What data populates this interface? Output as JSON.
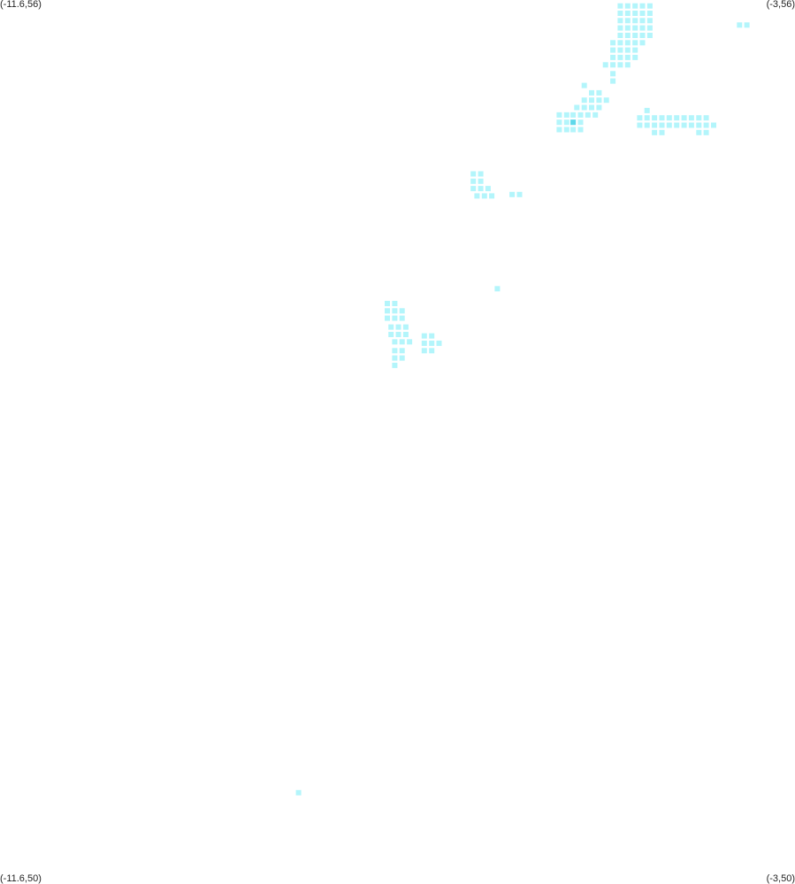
{
  "corners": {
    "top_left": "(-11.6,56)",
    "top_right": "(-3,56)",
    "bottom_left": "(-11.6,50)",
    "bottom_right": "(-3,50)"
  },
  "bounds": {
    "lon_min": -11.6,
    "lon_max": -3,
    "lat_min": 50,
    "lat_max": 56
  },
  "colors": {
    "cell": "#b3f5fb",
    "cell_highlight": "#5fd8ea",
    "background": "#ffffff"
  },
  "cells": [
    [
      -4.89,
      55.96
    ],
    [
      -4.81,
      55.96
    ],
    [
      -4.73,
      55.96
    ],
    [
      -4.65,
      55.96
    ],
    [
      -4.57,
      55.96
    ],
    [
      -4.89,
      55.91
    ],
    [
      -4.81,
      55.91
    ],
    [
      -4.73,
      55.91
    ],
    [
      -4.65,
      55.91
    ],
    [
      -4.57,
      55.91
    ],
    [
      -4.89,
      55.86
    ],
    [
      -4.81,
      55.86
    ],
    [
      -4.73,
      55.86
    ],
    [
      -4.65,
      55.86
    ],
    [
      -4.57,
      55.86
    ],
    [
      -4.89,
      55.81
    ],
    [
      -4.81,
      55.81
    ],
    [
      -4.73,
      55.81
    ],
    [
      -4.65,
      55.81
    ],
    [
      -4.57,
      55.81
    ],
    [
      -4.89,
      55.76
    ],
    [
      -4.81,
      55.76
    ],
    [
      -4.73,
      55.76
    ],
    [
      -4.65,
      55.76
    ],
    [
      -4.57,
      55.76
    ],
    [
      -4.97,
      55.71
    ],
    [
      -4.89,
      55.71
    ],
    [
      -4.81,
      55.71
    ],
    [
      -4.73,
      55.71
    ],
    [
      -4.65,
      55.71
    ],
    [
      -4.97,
      55.66
    ],
    [
      -4.89,
      55.66
    ],
    [
      -4.81,
      55.66
    ],
    [
      -4.73,
      55.66
    ],
    [
      -4.97,
      55.61
    ],
    [
      -4.89,
      55.61
    ],
    [
      -4.81,
      55.61
    ],
    [
      -4.73,
      55.61
    ],
    [
      -5.05,
      55.56
    ],
    [
      -4.97,
      55.56
    ],
    [
      -4.89,
      55.56
    ],
    [
      -4.81,
      55.56
    ],
    [
      -4.97,
      55.5
    ],
    [
      -4.97,
      55.45
    ],
    [
      -3.6,
      55.83
    ],
    [
      -3.52,
      55.83
    ],
    [
      -5.28,
      55.42
    ],
    [
      -5.2,
      55.37
    ],
    [
      -5.12,
      55.37
    ],
    [
      -5.28,
      55.32
    ],
    [
      -5.2,
      55.32
    ],
    [
      -5.12,
      55.32
    ],
    [
      -5.04,
      55.32
    ],
    [
      -5.36,
      55.27
    ],
    [
      -5.28,
      55.27
    ],
    [
      -5.2,
      55.27
    ],
    [
      -5.12,
      55.27
    ],
    [
      -5.55,
      55.22
    ],
    [
      -5.47,
      55.22
    ],
    [
      -5.4,
      55.22
    ],
    [
      -5.32,
      55.22
    ],
    [
      -5.24,
      55.22
    ],
    [
      -5.16,
      55.22
    ],
    [
      -5.55,
      55.17
    ],
    [
      -5.47,
      55.17
    ],
    [
      -5.4,
      55.17
    ],
    [
      -5.32,
      55.17
    ],
    [
      -5.55,
      55.12
    ],
    [
      -5.47,
      55.12
    ],
    [
      -5.4,
      55.12
    ],
    [
      -5.32,
      55.12
    ],
    [
      -4.6,
      55.25
    ],
    [
      -4.68,
      55.2
    ],
    [
      -4.6,
      55.2
    ],
    [
      -4.52,
      55.2
    ],
    [
      -4.44,
      55.2
    ],
    [
      -4.36,
      55.2
    ],
    [
      -4.28,
      55.2
    ],
    [
      -4.2,
      55.2
    ],
    [
      -4.12,
      55.2
    ],
    [
      -4.04,
      55.2
    ],
    [
      -3.96,
      55.2
    ],
    [
      -4.68,
      55.15
    ],
    [
      -4.6,
      55.15
    ],
    [
      -4.52,
      55.15
    ],
    [
      -4.44,
      55.15
    ],
    [
      -4.36,
      55.15
    ],
    [
      -4.28,
      55.15
    ],
    [
      -4.2,
      55.15
    ],
    [
      -4.12,
      55.15
    ],
    [
      -4.04,
      55.15
    ],
    [
      -3.96,
      55.15
    ],
    [
      -3.88,
      55.15
    ],
    [
      -4.52,
      55.1
    ],
    [
      -4.44,
      55.1
    ],
    [
      -4.04,
      55.1
    ],
    [
      -3.96,
      55.1
    ],
    [
      -6.48,
      54.82
    ],
    [
      -6.4,
      54.82
    ],
    [
      -6.48,
      54.77
    ],
    [
      -6.4,
      54.77
    ],
    [
      -6.48,
      54.72
    ],
    [
      -6.4,
      54.72
    ],
    [
      -6.32,
      54.72
    ],
    [
      -6.44,
      54.67
    ],
    [
      -6.36,
      54.67
    ],
    [
      -6.28,
      54.67
    ],
    [
      -6.06,
      54.68
    ],
    [
      -5.98,
      54.68
    ],
    [
      -6.22,
      54.04
    ],
    [
      -7.41,
      53.94
    ],
    [
      -7.33,
      53.94
    ],
    [
      -7.41,
      53.89
    ],
    [
      -7.33,
      53.89
    ],
    [
      -7.25,
      53.89
    ],
    [
      -7.41,
      53.84
    ],
    [
      -7.33,
      53.84
    ],
    [
      -7.25,
      53.84
    ],
    [
      -7.37,
      53.78
    ],
    [
      -7.29,
      53.78
    ],
    [
      -7.21,
      53.78
    ],
    [
      -7.37,
      53.73
    ],
    [
      -7.29,
      53.73
    ],
    [
      -7.21,
      53.73
    ],
    [
      -7.33,
      53.68
    ],
    [
      -7.25,
      53.68
    ],
    [
      -7.17,
      53.68
    ],
    [
      -7.01,
      53.72
    ],
    [
      -6.93,
      53.72
    ],
    [
      -7.01,
      53.67
    ],
    [
      -6.93,
      53.67
    ],
    [
      -6.85,
      53.67
    ],
    [
      -7.01,
      53.62
    ],
    [
      -6.93,
      53.62
    ],
    [
      -7.33,
      53.62
    ],
    [
      -7.25,
      53.62
    ],
    [
      -7.33,
      53.57
    ],
    [
      -7.25,
      53.57
    ],
    [
      -7.33,
      53.52
    ],
    [
      -8.37,
      50.62
    ]
  ],
  "highlight_cells": [
    [
      -5.4,
      55.17
    ]
  ]
}
